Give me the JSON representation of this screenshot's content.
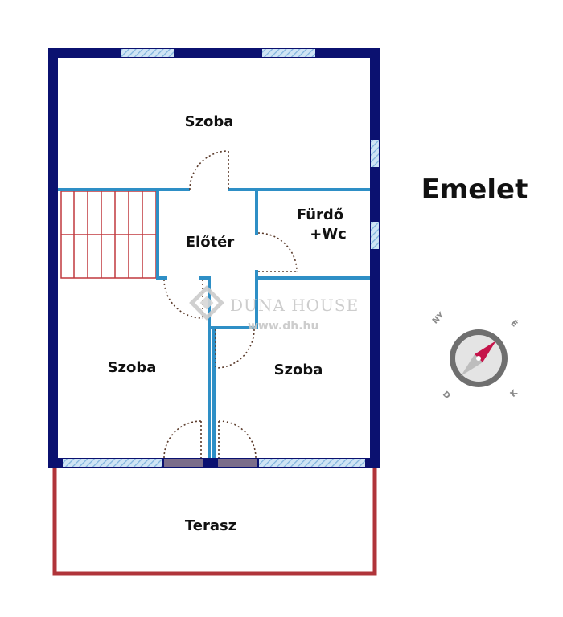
{
  "floor_title": "Emelet",
  "rooms": {
    "top": "Szoba",
    "hall": "Előtér",
    "bath_line1": "Fürdő",
    "bath_line2": "+Wc",
    "left": "Szoba",
    "right": "Szoba",
    "terrace": "Terasz"
  },
  "watermark": {
    "name": "DUNA HOUSE",
    "url": "www.dh.hu"
  },
  "compass": {
    "ny": "NY",
    "e": "É",
    "d": "D",
    "k": "K"
  },
  "colors": {
    "outer_wall": "#0b1170",
    "inner_wall": "#2e8fc6",
    "window": "#a8cde8",
    "terrace": "#b0343a",
    "stairs": "#c0393e",
    "door": "#5a3a2a",
    "compass_needle": "#c5144a"
  }
}
